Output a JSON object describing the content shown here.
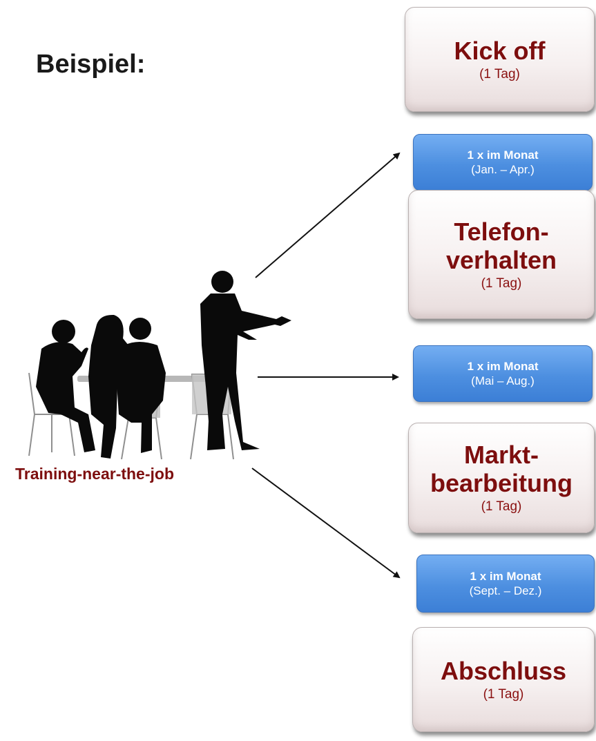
{
  "title": "Beispiel:",
  "caption": "Training-near-the-job",
  "stages": [
    {
      "main": "Kick off",
      "sub": "(1 Tag)"
    },
    {
      "main": "1 x im Monat",
      "sub": "(Jan. – Apr.)"
    },
    {
      "main": "Telefon-",
      "main2": "verhalten",
      "sub": "(1 Tag)"
    },
    {
      "main": "1 x im Monat",
      "sub": "(Mai – Aug.)"
    },
    {
      "main": "Markt-",
      "main2": "bearbeitung",
      "sub": "(1 Tag)"
    },
    {
      "main": "1 x im Monat",
      "sub": "(Sept. – Dez.)"
    },
    {
      "main": "Abschluss",
      "sub": "(1 Tag)"
    }
  ],
  "icons": {
    "meeting": "meeting-silhouette-icon"
  },
  "colors": {
    "accent": "#7d0e0e",
    "blue": "#4d8fe0"
  }
}
